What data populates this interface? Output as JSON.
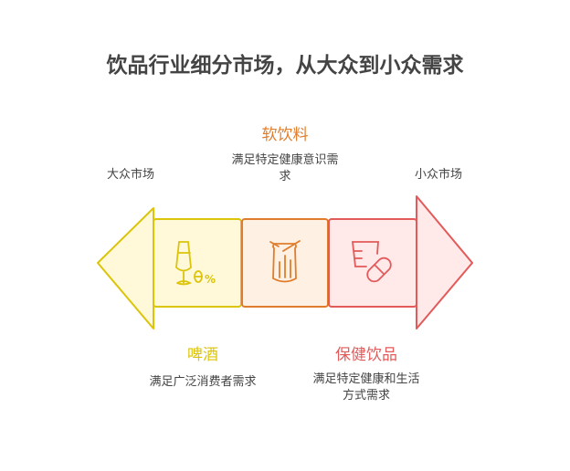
{
  "title": "饮品行业细分市场，从大众到小众需求",
  "left_market": "大众市场",
  "right_market": "小众市场",
  "segments": [
    {
      "label": "啤酒",
      "desc": [
        "满足广泛消费者需求"
      ],
      "color": "#dcc40a",
      "icon": "beer-glass-icon"
    },
    {
      "label": "软饮料",
      "desc": [
        "满足特定健康意识需",
        "求"
      ],
      "color": "#e07d2c",
      "icon": "soda-can-icon"
    },
    {
      "label": "保健饮品",
      "desc": [
        "满足特定健康和生活",
        "方式需求"
      ],
      "color": "#e25a5a",
      "icon": "cup-pill-icon"
    }
  ],
  "icon_text": "0%"
}
